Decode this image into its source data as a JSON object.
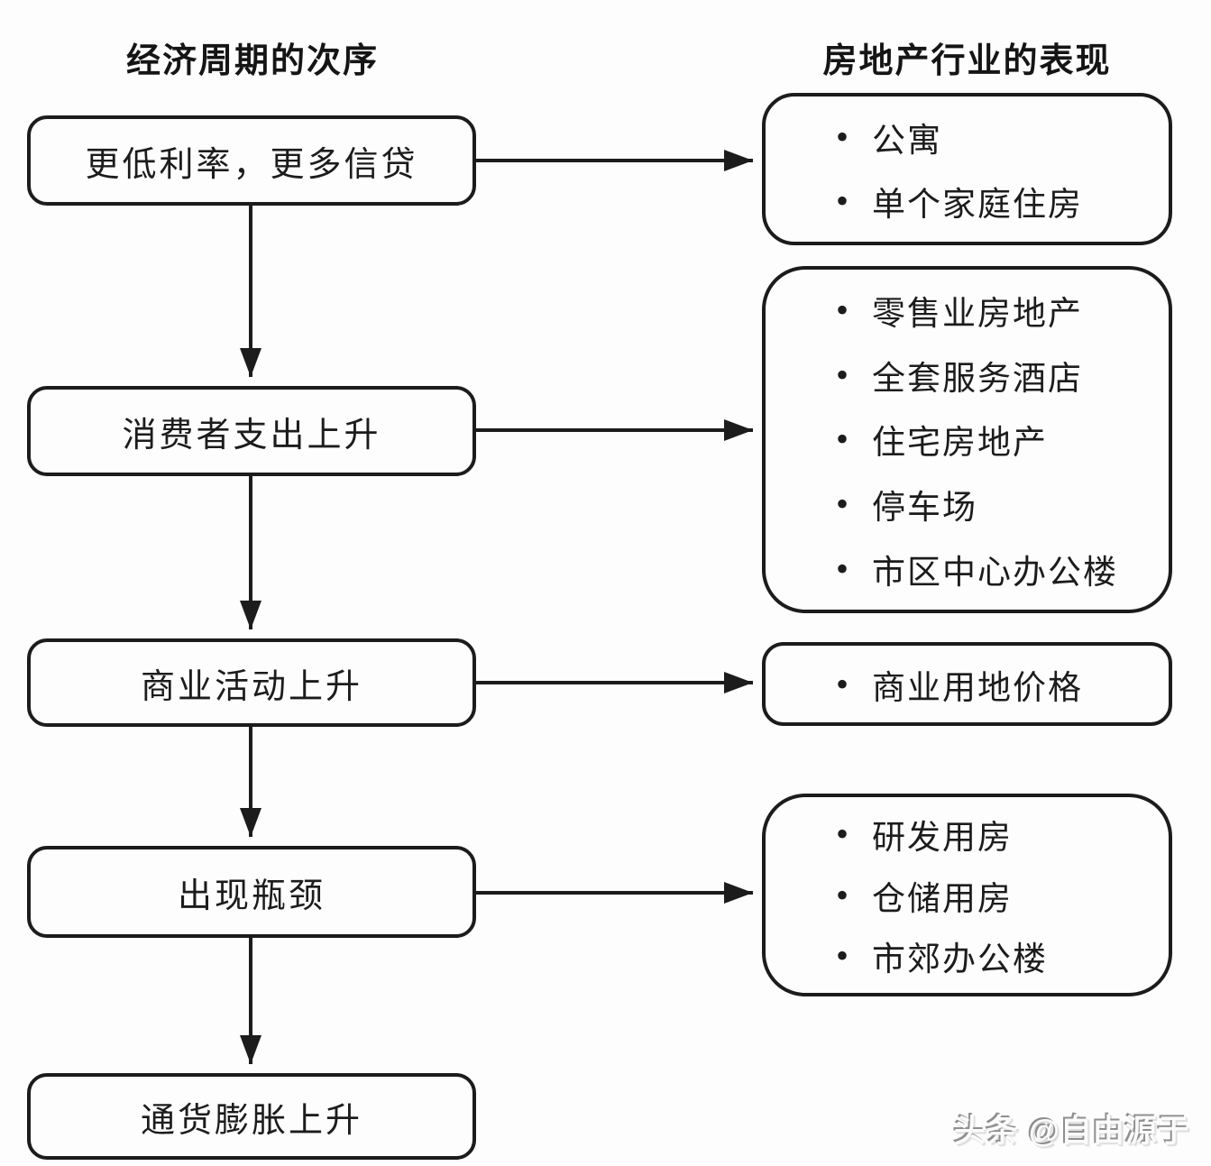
{
  "left_column": {
    "header": "经济周期的次序",
    "boxes": [
      {
        "label": "更低利率，更多信贷"
      },
      {
        "label": "消费者支出上升"
      },
      {
        "label": "商业活动上升"
      },
      {
        "label": "出现瓶颈"
      },
      {
        "label": "通货膨胀上升"
      }
    ]
  },
  "right_column": {
    "header": "房地产行业的表现",
    "boxes": [
      {
        "items": [
          "公寓",
          "单个家庭住房"
        ]
      },
      {
        "items": [
          "零售业房地产",
          "全套服务酒店",
          "住宅房地产",
          "停车场",
          "市区中心办公楼"
        ]
      },
      {
        "items": [
          "商业用地价格"
        ]
      },
      {
        "items": [
          "研发用房",
          "仓储用房",
          "市郊办公楼"
        ]
      }
    ]
  },
  "watermark": "头条 @自由源于",
  "colors": {
    "border": "#1c1c1c",
    "arrow": "#1c1c1c",
    "background": "#fdfdfd",
    "text": "#1c1c1c",
    "watermark_fill": "#fbfbfb",
    "watermark_shadow": "#8f8f8f"
  }
}
